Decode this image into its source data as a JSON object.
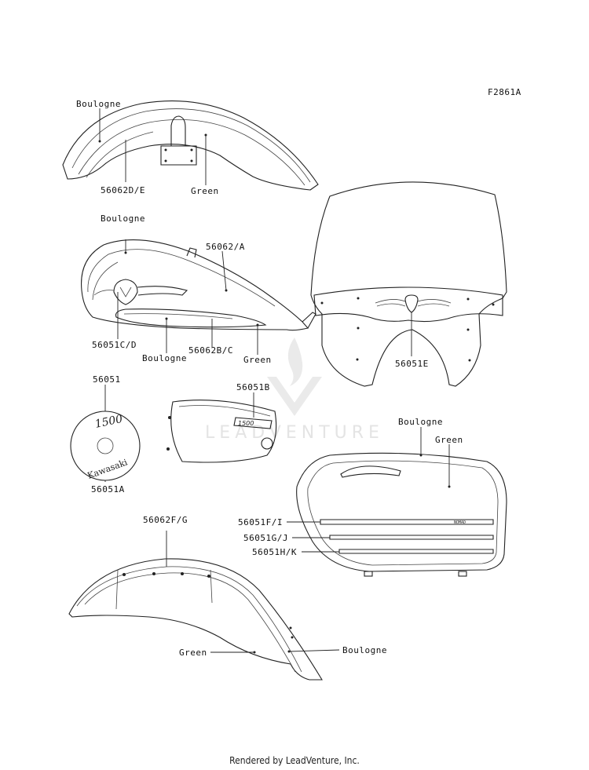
{
  "figure_code": "F2861A",
  "watermark": "LEADVENTURE",
  "footer": "Rendered by LeadVenture, Inc.",
  "labels": {
    "front_fender_color": "Boulogne",
    "front_fender_part": "56062D/E",
    "front_fender_green": "Green",
    "tank_color_top": "Boulogne",
    "tank_part_top": "56062/A",
    "tank_emblem_part": "56051C/D",
    "tank_color_bottom": "Boulogne",
    "tank_part_bottom": "56062B/C",
    "tank_green": "Green",
    "windshield_part": "56051E",
    "badge_part_top": "56051",
    "badge_part_bottom": "56051A",
    "side_cover_part": "56051B",
    "saddlebag_color": "Boulogne",
    "saddlebag_green": "Green",
    "saddlebag_stripe_1": "56051F/I",
    "saddlebag_stripe_2": "56051G/J",
    "saddlebag_stripe_3": "56051H/K",
    "rear_fender_part": "56062F/G",
    "rear_fender_green": "Green",
    "rear_fender_color": "Boulogne"
  },
  "decals": {
    "badge_number": "1500",
    "badge_brand": "Kawasaki",
    "side_cover_text": "1500",
    "saddlebag_stripe_text": "NOMAD"
  }
}
